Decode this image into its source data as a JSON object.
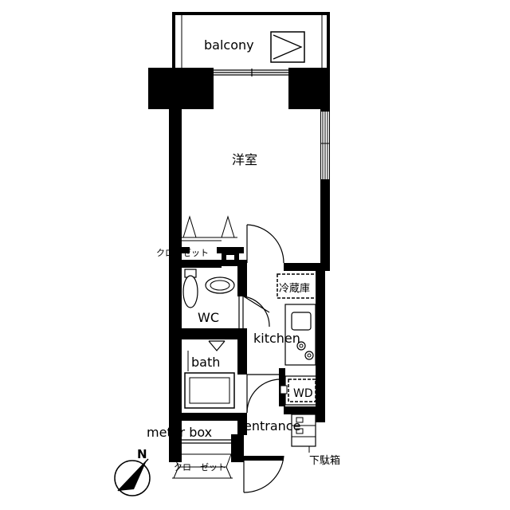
{
  "rooms": {
    "balcony": "balcony",
    "western_room": "洋室",
    "closet_upper": "クローゼット",
    "fridge": "冷蔵庫",
    "wc": "WC",
    "kitchen": "kitchen",
    "bath": "bath",
    "washer": "WD",
    "meter_box": "meter box",
    "entrance": "entrance",
    "shoe_box": "下駄箱",
    "closet_lower": "クローゼット"
  },
  "compass": {
    "label": "N"
  },
  "icons": [
    "door-swing-icon",
    "toilet-icon",
    "sink-icon",
    "stove-icon",
    "bathtub-icon",
    "compass-icon"
  ]
}
